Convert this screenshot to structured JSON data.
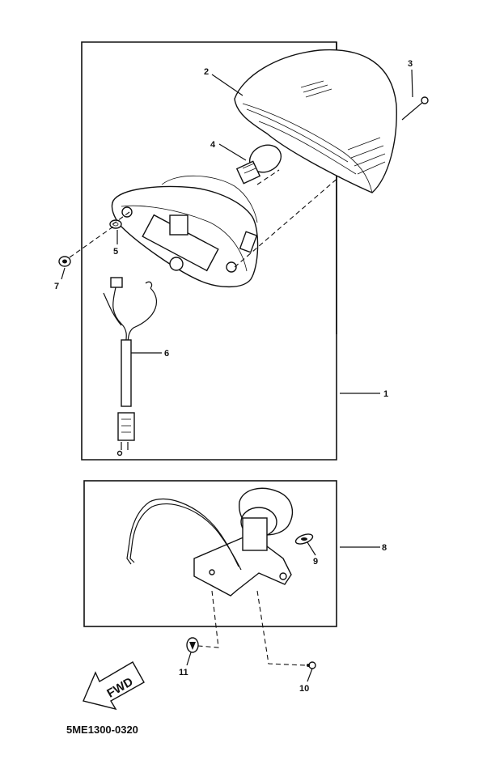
{
  "callouts": [
    {
      "id": "1",
      "text": "1"
    },
    {
      "id": "2",
      "text": "2"
    },
    {
      "id": "3",
      "text": "3"
    },
    {
      "id": "4",
      "text": "4"
    },
    {
      "id": "5",
      "text": "5"
    },
    {
      "id": "6",
      "text": "6"
    },
    {
      "id": "7",
      "text": "7"
    },
    {
      "id": "8",
      "text": "8"
    },
    {
      "id": "9",
      "text": "9"
    },
    {
      "id": "10",
      "text": "10"
    },
    {
      "id": "11",
      "text": "11"
    }
  ],
  "direction_arrow": {
    "label": "FWD"
  },
  "diagram_code": "5ME1300-0320",
  "colors": {
    "ink": "#111111",
    "paper": "#ffffff"
  }
}
